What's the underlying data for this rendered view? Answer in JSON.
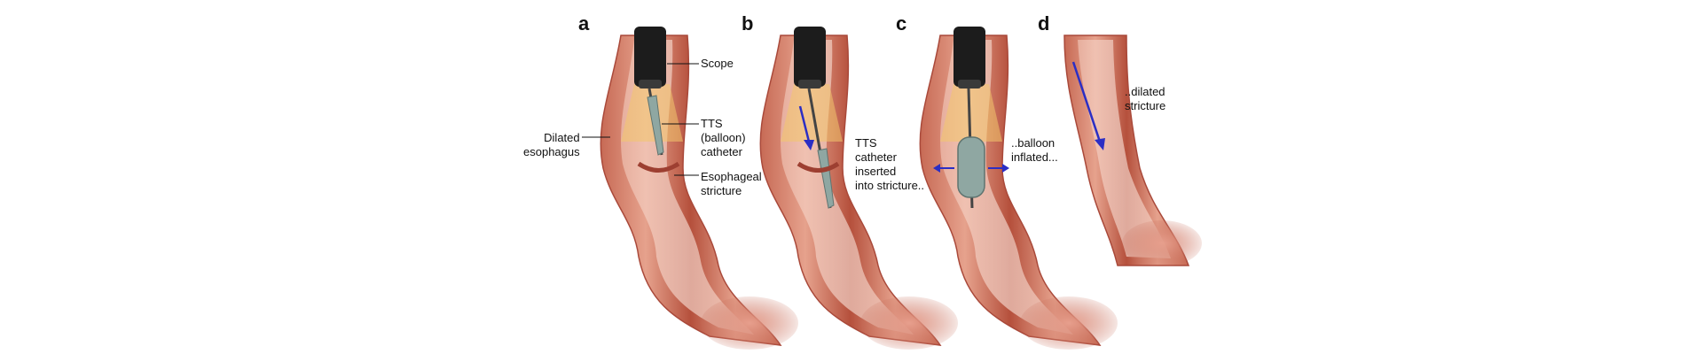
{
  "panels": [
    {
      "letter": "a"
    },
    {
      "letter": "b"
    },
    {
      "letter": "c"
    },
    {
      "letter": "d"
    }
  ],
  "labels": {
    "scope": "Scope",
    "tts_catheter": "TTS\n(balloon)\ncatheter",
    "dilated_esophagus": "Dilated\nesophagus",
    "esophageal_stricture": "Esophageal\nstricture",
    "b_caption": "TTS\ncatheter\ninserted\ninto stricture..",
    "c_caption": "..balloon\ninflated...",
    "d_caption": "..dilated\nstricture"
  },
  "colors": {
    "tissue_outer": "#d98a72",
    "tissue_inner": "#b8553f",
    "mucosa": "#e8a595",
    "scope_black": "#1c1c1c",
    "light_cone": "#f2c76b",
    "balloon": "#8fa7a2",
    "arrow_blue": "#2b2ec4"
  }
}
